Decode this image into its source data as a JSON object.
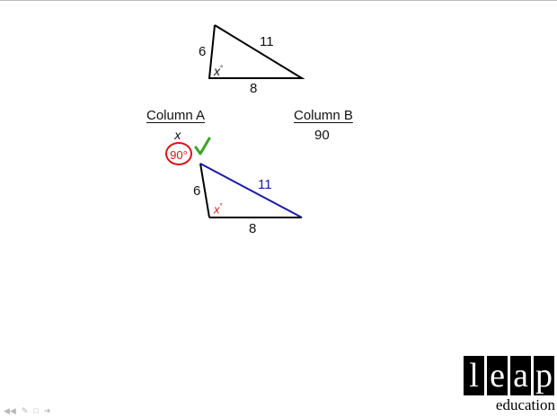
{
  "slide": {
    "top_triangle": {
      "side_left": "6",
      "side_hypotenuse": "11",
      "side_bottom": "8",
      "angle_label": "x",
      "angle_unit": "°"
    },
    "columns": {
      "a_header": "Column A",
      "b_header": "Column B",
      "a_value": "x",
      "b_value": "90",
      "a_answer": "90°"
    },
    "bottom_triangle": {
      "side_left": "6",
      "side_hypotenuse": "11",
      "side_bottom": "8",
      "angle_label": "x",
      "angle_unit": "°"
    },
    "colors": {
      "hypotenuse_blue": "#1a1aa8",
      "annotation_red": "#d11818",
      "check_green": "#3aa526"
    }
  },
  "logo": {
    "letters": [
      "l",
      "e",
      "a",
      "p"
    ],
    "subtitle": "education"
  },
  "player": {
    "controls": [
      "rewind-icon",
      "pen-icon",
      "screen-icon",
      "forward-icon"
    ]
  }
}
